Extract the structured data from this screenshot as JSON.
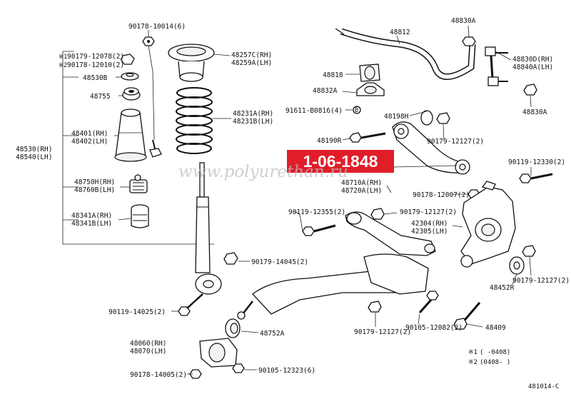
{
  "diagram": {
    "highlight_label": "1-06-1848",
    "watermark": "www.polyurethan.ru",
    "figure_code": "481014-C",
    "footnotes": [
      {
        "mark": "※1",
        "range": "(      -0408)"
      },
      {
        "mark": "※2",
        "range": "(0408-      )"
      }
    ],
    "labels": {
      "p90178_10014": "90178-10014(6)",
      "p48257": "48257C(RH)",
      "p48259": "48259A(LH)",
      "p90179_12078": "90179-12078(2)",
      "p90178_12010": "90178-12010(2)",
      "p48530B": "48530B",
      "p48755": "48755",
      "p48401": "48401(RH)",
      "p48402": "48402(LH)",
      "p48530": "48530(RH)",
      "p48540": "48540(LH)",
      "p48231A": "48231A(RH)",
      "p48231B": "48231B(LH)",
      "p48750H": "48750H(RH)",
      "p48760B": "48760B(LH)",
      "p48341A": "48341A(RH)",
      "p48341B": "48341B(LH)",
      "p90179_14045": "90179-14045(2)",
      "p90119_14025": "90119-14025(2)",
      "p48752A": "48752A",
      "p48060": "48060(RH)",
      "p48070": "48070(LH)",
      "p90178_14005": "90178-14005(2)",
      "p90105_12323": "90105-12323(6)",
      "p48812": "48812",
      "p48830A_top": "48830A",
      "p48830D": "48830D(RH)",
      "p48840A": "48840A(LH)",
      "p48818": "48818",
      "p48832A": "48832A",
      "p91611": "91611-B0816(4)",
      "p48830A_bot": "48830A",
      "p48198H": "48198H",
      "p90179_12127_a": "90179-12127(2)",
      "p48190R": "48190R",
      "p90119_12330": "90119-12330(2)",
      "p48710A": "48710A(RH)",
      "p48720A": "48720A(LH)",
      "p90178_12007": "90178-12007(2)",
      "p90119_12355": "90119-12355(2)",
      "p90179_12127_b": "90179-12127(2)",
      "p42304": "42304(RH)",
      "p42305": "42305(LH)",
      "p90179_12127_c": "90179-12127(2)",
      "p48452R": "48452R",
      "p90179_12127_d": "90179-12127(2)",
      "p90105_12082": "90105-12082(2)",
      "p48409": "48409"
    }
  }
}
